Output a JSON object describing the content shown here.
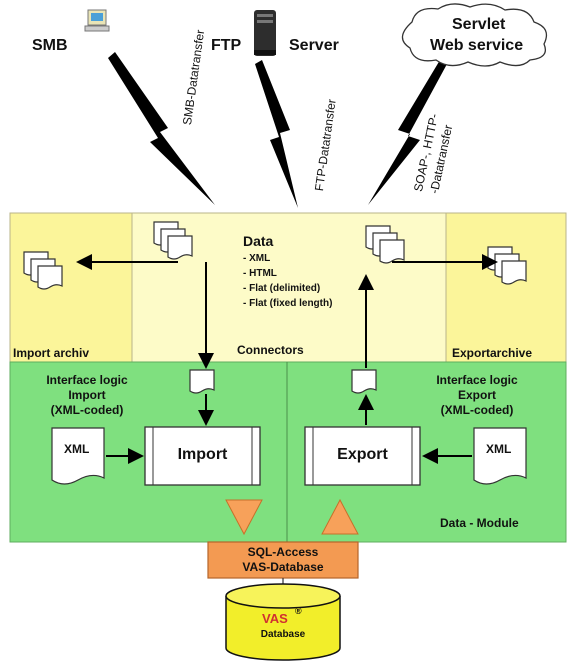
{
  "sources": {
    "smb": "SMB",
    "ftp": "FTP",
    "server": "Server",
    "servlet": "Servlet",
    "web_service": "Web service"
  },
  "transfers": {
    "smb": "SMB-Datatransfer",
    "ftp": "FTP-Datatransfer",
    "soap_line1": "SOAP-, HTTP-",
    "soap_line2": "-Datatransfer"
  },
  "connectors": {
    "data_title": "Data",
    "data_items": [
      "- XML",
      "- HTML",
      "- Flat (delimited)",
      "- Flat (fixed length)"
    ],
    "import_archive": "Import archiv",
    "connectors_label": "Connectors",
    "export_archive": "Exportarchive"
  },
  "module": {
    "import_logic_1": "Interface logic",
    "import_logic_2": "Import",
    "import_logic_3": "(XML-coded)",
    "export_logic_1": "Interface logic",
    "export_logic_2": "Export",
    "export_logic_3": "(XML-coded)",
    "xml_left": "XML",
    "xml_right": "XML",
    "import_box": "Import",
    "export_box": "Export",
    "data_module": "Data - Module"
  },
  "database": {
    "sql_line1": "SQL-Access",
    "sql_line2": "VAS-Database",
    "vas": "VAS",
    "registered": "®",
    "db_label": "Database"
  },
  "colors": {
    "cream": "#fdfbc8",
    "green": "#7fe07f",
    "orange": "#f39a52",
    "arrow_orange": "#f7a15a",
    "cylinder": "#f2ee2a"
  }
}
